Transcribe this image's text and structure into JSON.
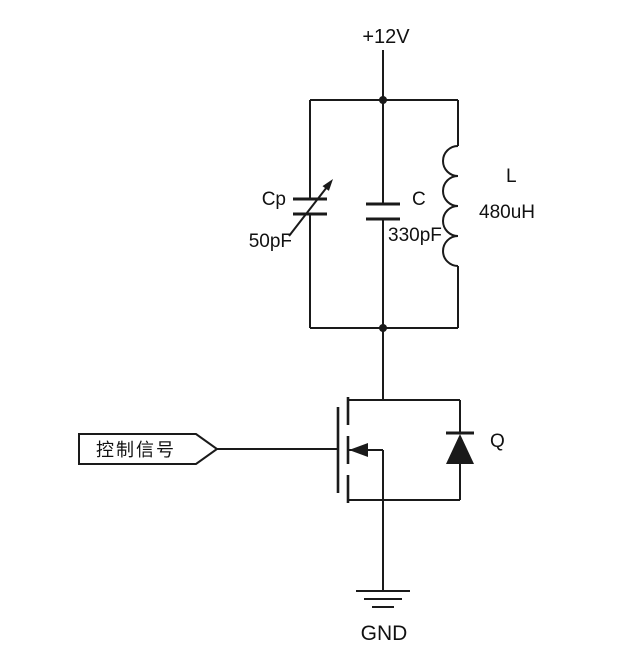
{
  "power": {
    "label": "+12V"
  },
  "ground": {
    "label": "GND"
  },
  "input": {
    "label": "控制信号"
  },
  "components": {
    "variable_capacitor": {
      "name": "Cp",
      "value": "50pF"
    },
    "capacitor": {
      "name": "C",
      "value": "330pF"
    },
    "inductor": {
      "name": "L",
      "value": "480uH"
    },
    "mosfet": {
      "name": "Q"
    }
  },
  "colors": {
    "ink": "#1a1a1a",
    "background": "#ffffff"
  }
}
